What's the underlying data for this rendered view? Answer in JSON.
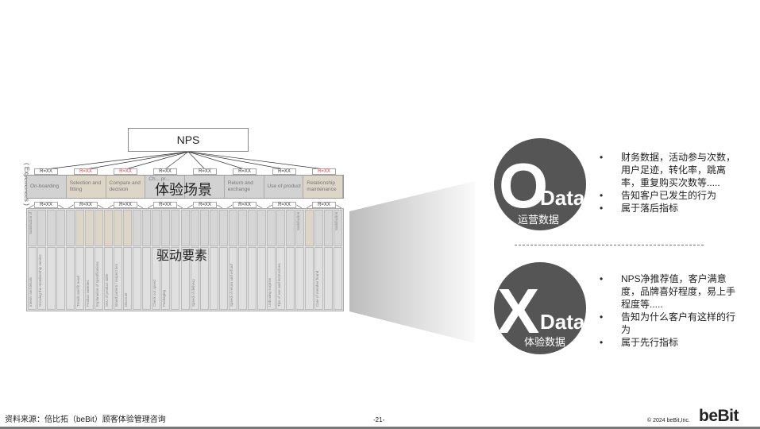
{
  "diagram": {
    "nps_label": "NPS",
    "experiences_label": "( Experiences )",
    "scene_title": "体验场景",
    "driver_title": "驱动要素",
    "r_tag": "R=XX",
    "scenes": [
      {
        "label": "On-boarding",
        "highlight": false,
        "r_red": false
      },
      {
        "label": "Selection and fitting",
        "highlight": true,
        "r_red": true
      },
      {
        "label": "Compare and decision",
        "highlight": true,
        "r_red": true
      },
      {
        "label": "Ch... pr...",
        "highlight": false,
        "r_red": false
      },
      {
        "label": "",
        "highlight": false,
        "r_red": false
      },
      {
        "label": "Return and exchange",
        "highlight": false,
        "r_red": false
      },
      {
        "label": "Use of product",
        "highlight": false,
        "r_red": false
      },
      {
        "label": "Relationship maintenance",
        "highlight": true,
        "r_red": true
      }
    ],
    "drivers": [
      {
        "top": "Satisfaction of",
        "bottom": "Interior and details",
        "hl": false
      },
      {
        "top": "",
        "bottom": "Growing the membership service",
        "hl": false
      },
      {
        "top": "",
        "bottom": "",
        "hl": false
      },
      {
        "top": "",
        "bottom": "",
        "hl": false
      },
      {
        "top": "",
        "bottom": "",
        "hl": false
      },
      {
        "top": "",
        "bottom": "Trends and fit trend",
        "hl": true
      },
      {
        "top": "",
        "bottom": "Product varieties",
        "hl": true
      },
      {
        "top": "",
        "bottom": "Explanation of specifications",
        "hl": true
      },
      {
        "top": "",
        "bottom": "SKU of product table",
        "hl": true
      },
      {
        "top": "",
        "bottom": "Brand pattern / respect ties",
        "hl": true
      },
      {
        "top": "",
        "bottom": "Discount",
        "hl": true
      },
      {
        "top": "",
        "bottom": "",
        "hl": false
      },
      {
        "top": "",
        "bottom": "",
        "hl": false
      },
      {
        "top": "",
        "bottom": "Check out speed",
        "hl": false
      },
      {
        "top": "",
        "bottom": "Packaging",
        "hl": false
      },
      {
        "top": "",
        "bottom": "",
        "hl": false
      },
      {
        "top": "",
        "bottom": "",
        "hl": false
      },
      {
        "top": "",
        "bottom": "Speed of delivery",
        "hl": false
      },
      {
        "top": "",
        "bottom": "",
        "hl": false
      },
      {
        "top": "",
        "bottom": "",
        "hl": false
      },
      {
        "top": "",
        "bottom": "",
        "hl": false
      },
      {
        "top": "",
        "bottom": "Speed of return and refund",
        "hl": false
      },
      {
        "top": "",
        "bottom": "",
        "hl": false
      },
      {
        "top": "",
        "bottom": "",
        "hl": false
      },
      {
        "top": "",
        "bottom": "",
        "hl": false
      },
      {
        "top": "",
        "bottom": "Unboxing surprise",
        "hl": false
      },
      {
        "top": "",
        "bottom": "Tips of use and instructions",
        "hl": false
      },
      {
        "top": "",
        "bottom": "",
        "hl": false
      },
      {
        "top": "Satisfaction",
        "bottom": "",
        "hl": false
      },
      {
        "top": "",
        "bottom": "",
        "hl": true
      },
      {
        "top": "",
        "bottom": "Care of member brand",
        "hl": false
      },
      {
        "top": "",
        "bottom": "",
        "hl": false
      },
      {
        "top": "Satisfaction",
        "bottom": "",
        "hl": false
      }
    ]
  },
  "odata": {
    "letter": "O",
    "word": "Data",
    "subtitle": "运营数据",
    "bullets": [
      "财务数据，活动参与次数，用户足迹，转化率，跳离率，重复购买次数等.....",
      "告知客户已发生的行为",
      "属于落后指标"
    ]
  },
  "xdata": {
    "letter": "X",
    "word": "Data",
    "subtitle": "体验数据",
    "bullets": [
      "NPS净推荐值，客户满意度，品牌喜好程度，易上手程度等.....",
      "告知为什么客户有这样的行为",
      "属于先行指标"
    ]
  },
  "footer": {
    "source": "资料来源：倍比拓（beBit）顾客体验管理咨询",
    "page": "-21-",
    "copyright": "© 2024 beBit,Inc.",
    "logo": "beBit"
  },
  "colors": {
    "circle": "#555555",
    "highlight": "#ddd5c6",
    "red": "#ee3333"
  }
}
